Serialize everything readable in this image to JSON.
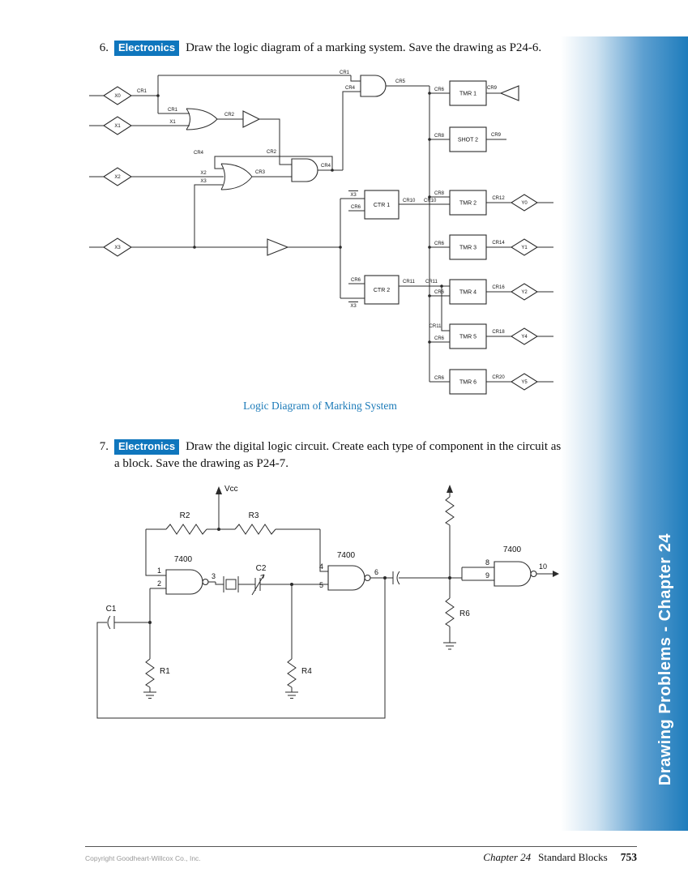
{
  "sidebar": {
    "title": "Drawing Problems - Chapter 24",
    "color": "#1d7cbc"
  },
  "problems": {
    "p6": {
      "number": "6.",
      "tag": "Electronics",
      "text": "Draw the logic diagram of a marking system. Save the drawing as P24-6."
    },
    "p7": {
      "number": "7.",
      "tag": "Electronics",
      "text": "Draw the digital logic circuit. Create each type of component in the circuit as a block. Save the drawing as P24-7."
    }
  },
  "diagram1": {
    "caption": "Logic Diagram of Marking System",
    "labels": {
      "x0": "X0",
      "x1": "X1",
      "x2": "X2",
      "x3": "X3",
      "x3bar": "X3",
      "cr1": "CR1",
      "cr2": "CR2",
      "cr3": "CR3",
      "cr4": "CR4",
      "cr5": "CR5",
      "cr6": "CR6",
      "cr8": "CR8",
      "cr9": "CR9",
      "cr10": "CR10",
      "cr11": "CR11",
      "cr12": "CR12",
      "cr14": "CR14",
      "cr16": "CR16",
      "cr18": "CR18",
      "cr20": "CR20",
      "tmr1": "TMR 1",
      "shot2": "SHOT 2",
      "ctr1": "CTR 1",
      "ctr2": "CTR 2",
      "tmr2": "TMR 2",
      "tmr3": "TMR 3",
      "tmr4": "TMR 4",
      "tmr5": "TMR 5",
      "tmr6": "TMR 6",
      "y0": "Y0",
      "y1": "Y1",
      "y2": "Y2",
      "y4": "Y4",
      "y5": "Y5"
    }
  },
  "diagram2": {
    "labels": {
      "vcc": "Vcc",
      "ic7400": "7400",
      "r1": "R1",
      "r2": "R2",
      "r3": "R3",
      "r4": "R4",
      "r6": "R6",
      "c1": "C1",
      "c2": "C2",
      "pin1": "1",
      "pin2": "2",
      "pin3": "3",
      "pin4": "4",
      "pin5": "5",
      "pin6": "6",
      "pin8": "8",
      "pin9": "9",
      "pin10": "10"
    }
  },
  "footer": {
    "copyright": "Copyright Goodheart-Willcox Co., Inc.",
    "chapter": "Chapter 24",
    "section": "Standard Blocks",
    "page_number": "753"
  }
}
